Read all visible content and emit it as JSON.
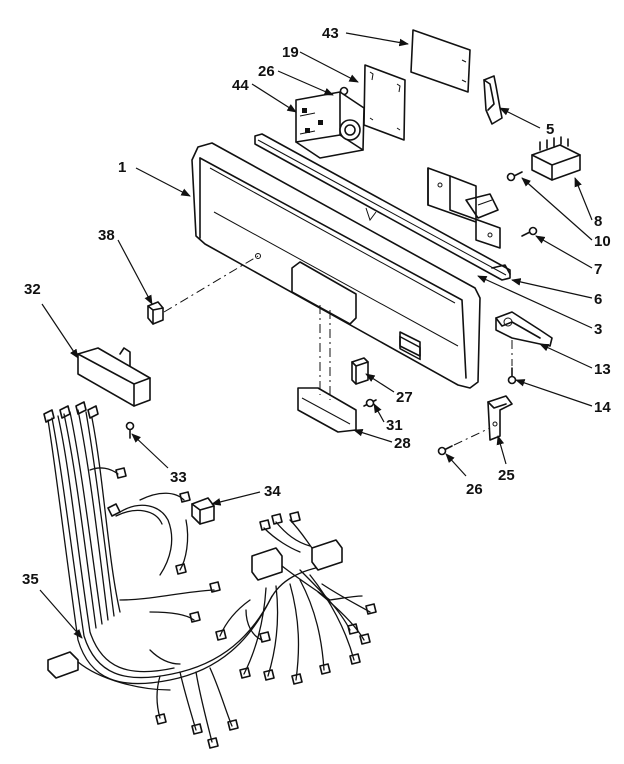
{
  "diagram": {
    "callouts": [
      {
        "id": "c1",
        "label": "1"
      },
      {
        "id": "c3",
        "label": "3"
      },
      {
        "id": "c5",
        "label": "5"
      },
      {
        "id": "c6",
        "label": "6"
      },
      {
        "id": "c7",
        "label": "7"
      },
      {
        "id": "c8",
        "label": "8"
      },
      {
        "id": "c10",
        "label": "10"
      },
      {
        "id": "c13",
        "label": "13"
      },
      {
        "id": "c14",
        "label": "14"
      },
      {
        "id": "c19",
        "label": "19"
      },
      {
        "id": "c25",
        "label": "25"
      },
      {
        "id": "c26a",
        "label": "26"
      },
      {
        "id": "c26b",
        "label": "26"
      },
      {
        "id": "c27",
        "label": "27"
      },
      {
        "id": "c28",
        "label": "28"
      },
      {
        "id": "c31",
        "label": "31"
      },
      {
        "id": "c32",
        "label": "32"
      },
      {
        "id": "c33",
        "label": "33"
      },
      {
        "id": "c34",
        "label": "34"
      },
      {
        "id": "c35",
        "label": "35"
      },
      {
        "id": "c38",
        "label": "38"
      },
      {
        "id": "c43",
        "label": "43"
      },
      {
        "id": "c44",
        "label": "44"
      }
    ]
  }
}
